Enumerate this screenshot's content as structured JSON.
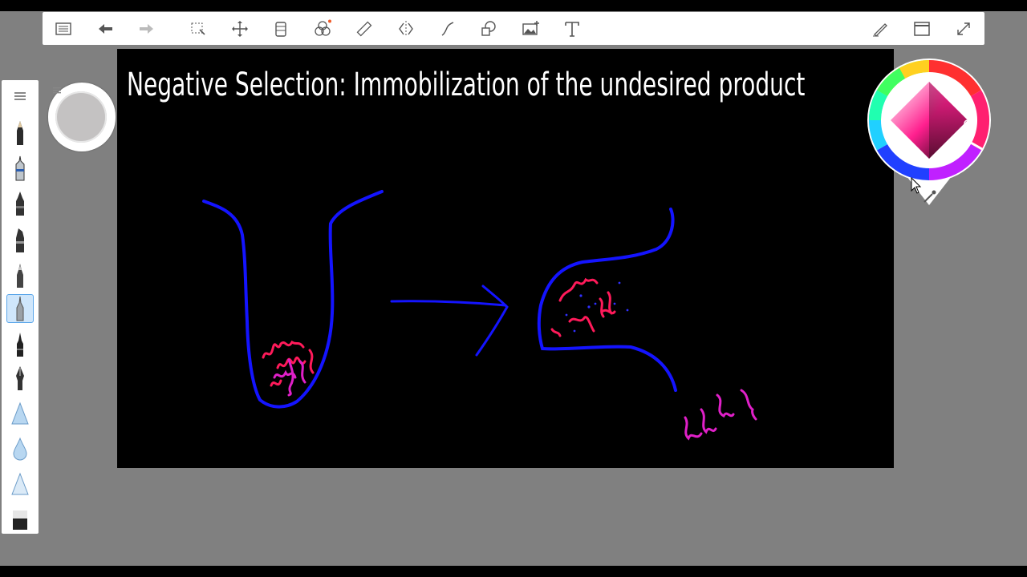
{
  "app": {
    "toolbar": {
      "icons": [
        "menu-list-icon",
        "undo-icon",
        "redo-icon",
        "selection-icon",
        "transform-icon",
        "layers-icon",
        "color-editor-icon",
        "ruler-icon",
        "symmetry-icon",
        "stroke-icon",
        "shapes-icon",
        "image-insert-icon",
        "text-icon",
        "pen-settings-icon",
        "window-icon",
        "fullscreen-icon"
      ]
    },
    "brushes": [
      "pencil",
      "technical-pen",
      "marker",
      "chisel-marker",
      "ballpoint",
      "fineliner",
      "brush-pen",
      "fountain-pen",
      "airbrush",
      "soft-drop",
      "smudge",
      "eraser"
    ],
    "selected_brush": "fineliner",
    "puck_color": "#c4c2c2",
    "color_wheel": {
      "selected_hue": "#ff1f8e"
    }
  },
  "canvas": {
    "title": "Negative Selection: Immobilization of the undesired product",
    "background": "#000000",
    "ink_blue": "#1010ff",
    "ink_red": "#ff1a5a",
    "ink_magenta": "#e020c8"
  }
}
